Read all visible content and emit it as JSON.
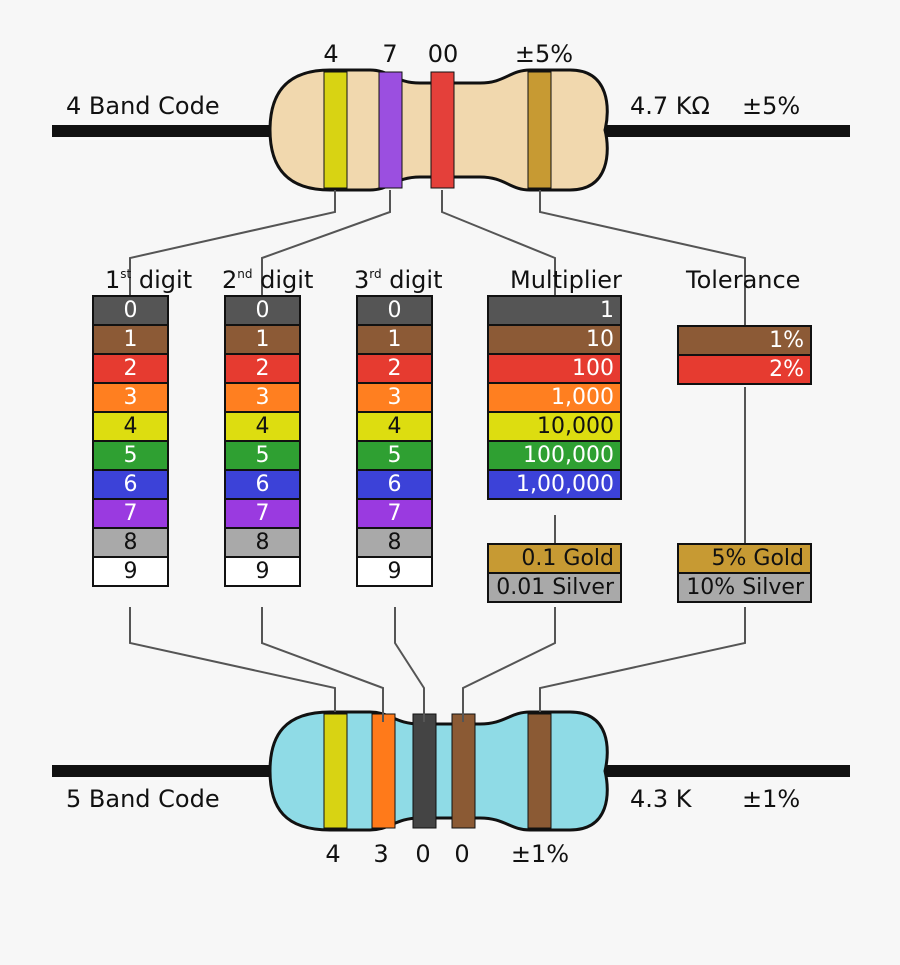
{
  "top": {
    "label": "4 Band Code",
    "value": "4.7 KΩ",
    "tolerance": "±5%",
    "band_numbers": [
      "4",
      "7",
      "00",
      "±5%"
    ],
    "band_colors": [
      "#d8d313",
      "#9b4fe0",
      "#e4403a",
      "#c79a33"
    ],
    "body_color": "#f1d8ae"
  },
  "bottom": {
    "label": "5 Band Code",
    "value": "4.3 K",
    "tolerance": "±1%",
    "band_numbers": [
      "4",
      "3",
      "0",
      "0",
      "±1%"
    ],
    "band_colors": [
      "#d8d313",
      "#ff7a1a",
      "#444444",
      "#8b5a34",
      "#8b5a34"
    ],
    "body_color": "#8fdbe6"
  },
  "headers": {
    "digit1_num": "1",
    "digit1_sup": "st",
    "digit1_word": "digit",
    "digit2_num": "2",
    "digit2_sup": "nd",
    "digit2_word": "digit",
    "digit3_num": "3",
    "digit3_sup": "rd",
    "digit3_word": "digit",
    "multiplier": "Multiplier",
    "tolerance": "Tolerance"
  },
  "digits": [
    "0",
    "1",
    "2",
    "3",
    "4",
    "5",
    "6",
    "7",
    "8",
    "9"
  ],
  "digit_colors": [
    "#555555",
    "#8c5a36",
    "#e63b30",
    "#ff7f20",
    "#dddd10",
    "#2fa032",
    "#3c42d8",
    "#9a3ae0",
    "#a9a9a9",
    "#ffffff"
  ],
  "digit_text_dark": [
    true,
    true,
    true,
    true,
    false,
    true,
    true,
    true,
    false,
    false
  ],
  "multiplier": {
    "values": [
      "1",
      "10",
      "100",
      "1,000",
      "10,000",
      "100,000",
      "1,00,000"
    ],
    "colors": [
      "#555555",
      "#8c5a36",
      "#e63b30",
      "#ff7f20",
      "#dddd10",
      "#2fa032",
      "#3c42d8"
    ],
    "text_dark": [
      true,
      true,
      true,
      true,
      false,
      true,
      true
    ],
    "extra": [
      "0.1 Gold",
      "0.01 Silver"
    ],
    "extra_colors": [
      "#c79a33",
      "#a9a9a9"
    ]
  },
  "tolerance": {
    "values": [
      "1%",
      "2%"
    ],
    "colors": [
      "#8c5a36",
      "#e63b30"
    ],
    "extra": [
      "5% Gold",
      "10% Silver"
    ],
    "extra_colors": [
      "#c79a33",
      "#a9a9a9"
    ]
  }
}
